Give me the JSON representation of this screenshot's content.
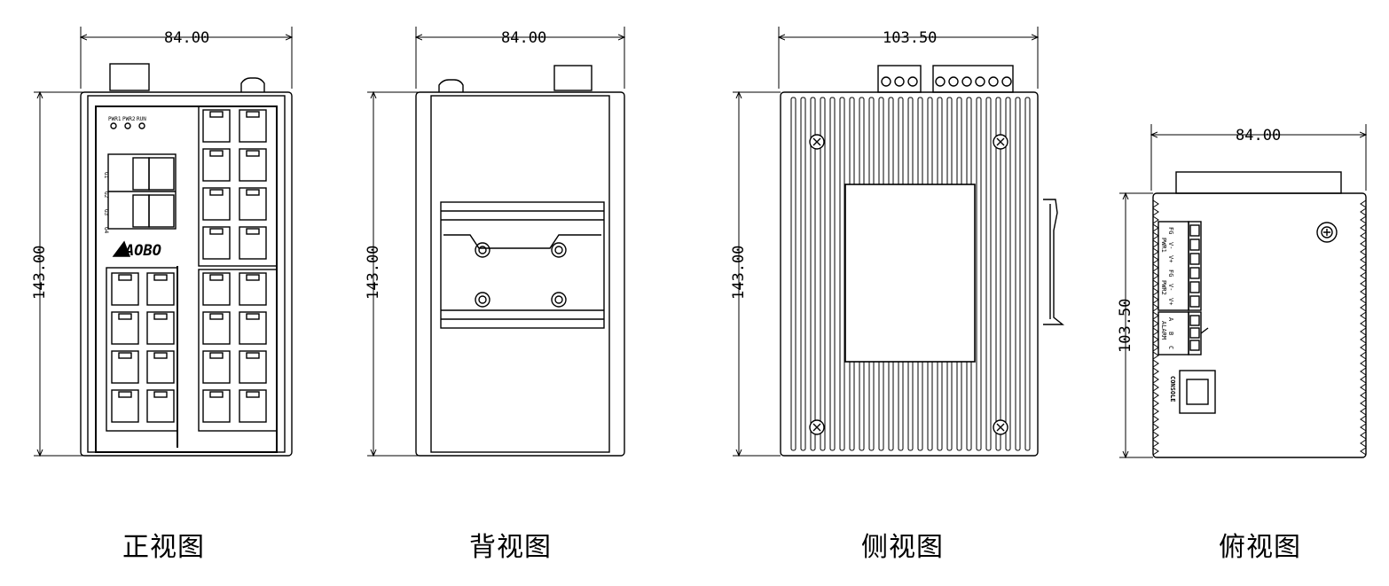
{
  "views": [
    {
      "id": "front",
      "caption": "正视图",
      "width_label": "84.00",
      "height_label": "143.00"
    },
    {
      "id": "back",
      "caption": "背视图",
      "width_label": "84.00",
      "height_label": "143.00"
    },
    {
      "id": "side",
      "caption": "侧视图",
      "width_label": "103.50",
      "height_label": "143.00"
    },
    {
      "id": "top",
      "caption": "俯视图",
      "width_label": "84.00",
      "height_label": "103.50"
    }
  ],
  "brand": "AOBO",
  "led_labels": [
    "PWR1",
    "PWR2",
    "RUN"
  ],
  "sfp_labels": [
    "G1",
    "G2",
    "G3",
    "G4"
  ],
  "top_panel": {
    "terminal_labels": [
      "FG",
      "V-",
      "V+",
      "FG",
      "V-",
      "V+"
    ],
    "pwr_labels": [
      "PWR1",
      "PWR2"
    ],
    "alarm_labels": [
      "A",
      "B",
      "C"
    ],
    "alarm_group": "ALARM",
    "console_label": "CONSOLE"
  }
}
